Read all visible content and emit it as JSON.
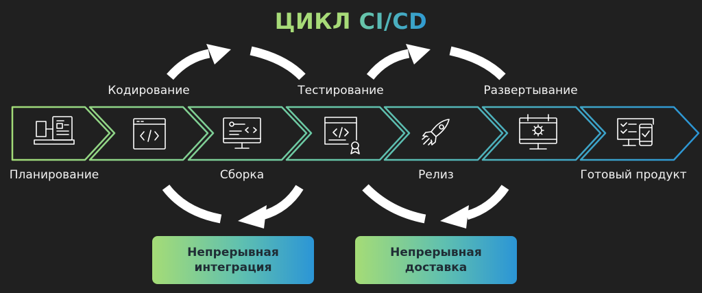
{
  "title": {
    "part1": "ЦИКЛ",
    "part2": "CI/CD"
  },
  "stages": [
    {
      "label": "Планирование",
      "icon": "planning-icon"
    },
    {
      "label": "Кодирование",
      "icon": "code-window-icon"
    },
    {
      "label": "Сборка",
      "icon": "build-monitor-icon"
    },
    {
      "label": "Тестирование",
      "icon": "tested-code-icon"
    },
    {
      "label": "Релиз",
      "icon": "rocket-icon"
    },
    {
      "label": "Развертывание",
      "icon": "deploy-monitor-icon"
    },
    {
      "label": "Готовый продукт",
      "icon": "product-devices-icon"
    }
  ],
  "phases": [
    {
      "label": "Непрерывная интеграция"
    },
    {
      "label": "Непрерывная доставка"
    }
  ],
  "colors": {
    "green": "#a5dc76",
    "teal": "#5fc0b0",
    "blue": "#2b95d6",
    "background": "#202020"
  }
}
